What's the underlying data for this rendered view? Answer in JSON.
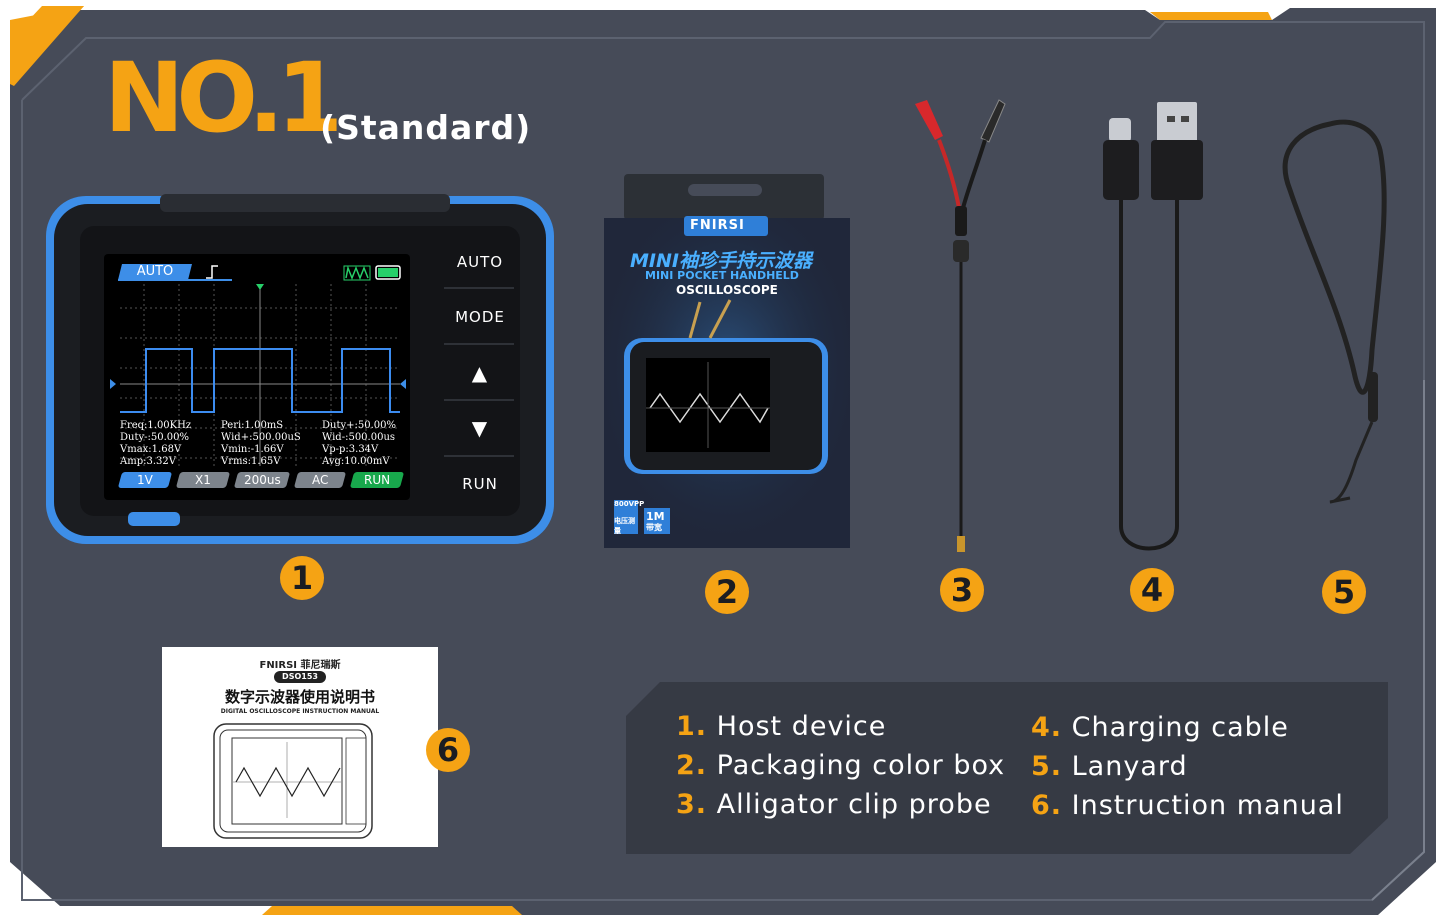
{
  "title": {
    "main": "NO.1",
    "sub": "(Standard)"
  },
  "badges": [
    "1",
    "2",
    "3",
    "4",
    "5",
    "6"
  ],
  "device": {
    "mode_label": "AUTO",
    "buttons": [
      "AUTO",
      "MODE",
      "▲",
      "▼",
      "RUN"
    ],
    "measurements": [
      "Freq:1.00KHz\nDuty-:50.00%\nVmax:1.68V\nAmp:3.32V",
      "Peri:1.00mS\nWid+:500.00uS\nVmin:-1.66V\nVrms:1.65V",
      "Duty+:50.00%\nWid-:500.00us\nVp-p:3.34V\nAvg:10.00mV"
    ],
    "tabs": [
      "1V",
      "X1",
      "200us",
      "AC",
      "RUN"
    ],
    "power_icon": "power-icon"
  },
  "package": {
    "brand": "FNIRSI",
    "title_cn": "MINI袖珍手持示波器",
    "title_en_1": "MINI POCKET HANDHELD",
    "title_en_2": "OSCILLOSCOPE",
    "spec_1": "800VPP",
    "spec_1_cn": "电压测量",
    "spec_2": "1M",
    "spec_2_cn": "带宽"
  },
  "manual": {
    "brand": "FNIRSI 菲尼瑞斯",
    "model": "DSO153",
    "title_cn": "数字示波器使用说明书",
    "title_en": "DIGITAL OSCILLOSCOPE INSTRUCTION MANUAL"
  },
  "legend": [
    {
      "num": "1.",
      "label": "Host device"
    },
    {
      "num": "2.",
      "label": "Packaging color box"
    },
    {
      "num": "3.",
      "label": "Alligator clip probe"
    },
    {
      "num": "4.",
      "label": "Charging cable"
    },
    {
      "num": "5.",
      "label": "Lanyard"
    },
    {
      "num": "6.",
      "label": "Instruction manual"
    }
  ],
  "colors": {
    "accent": "#f5a314",
    "panel": "#464b58",
    "device_blue": "#3d8ee8",
    "screen_wave": "#3c8cf0"
  }
}
